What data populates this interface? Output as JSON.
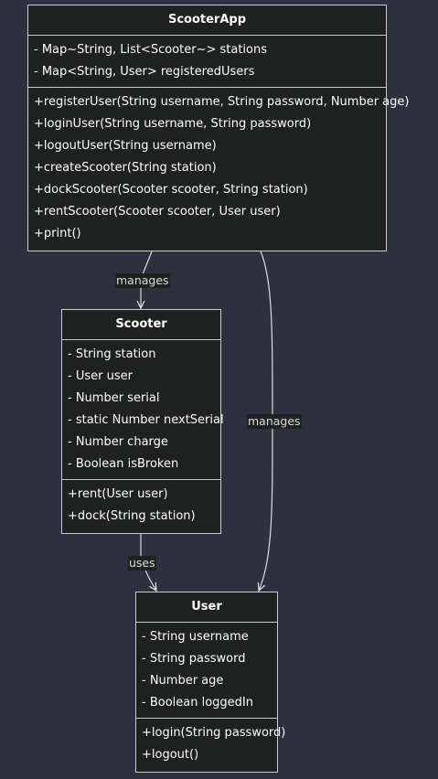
{
  "classes": {
    "scooter_app": {
      "name": "ScooterApp",
      "attributes": [
        "- Map~String, List<Scooter~> stations",
        "- Map<String, User> registeredUsers"
      ],
      "methods": [
        "+registerUser(String username, String password, Number age)",
        "+loginUser(String username, String password)",
        "+logoutUser(String username)",
        "+createScooter(String station)",
        "+dockScooter(Scooter scooter, String station)",
        "+rentScooter(Scooter scooter, User user)",
        "+print()"
      ]
    },
    "scooter": {
      "name": "Scooter",
      "attributes": [
        "- String station",
        "- User user",
        "- Number serial",
        "- static Number nextSerial",
        "- Number charge",
        "- Boolean isBroken"
      ],
      "methods": [
        "+rent(User user)",
        "+dock(String station)"
      ]
    },
    "user": {
      "name": "User",
      "attributes": [
        "- String username",
        "- String password",
        "- Number age",
        "- Boolean loggedIn"
      ],
      "methods": [
        "+login(String password)",
        "+logout()"
      ]
    }
  },
  "relations": {
    "app_to_scooter": "manages",
    "app_to_user": "manages",
    "scooter_to_user": "uses"
  },
  "colors": {
    "background": "#2d303d",
    "box_fill": "#1f2020",
    "box_border": "#cccccc",
    "edge": "#dddddd"
  }
}
